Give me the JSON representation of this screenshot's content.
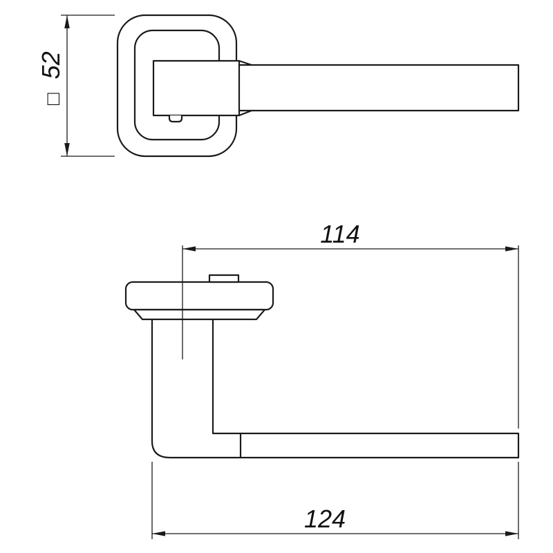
{
  "dimensions": {
    "rose": {
      "symbol": "□",
      "value": "52"
    },
    "projection": {
      "value": "114"
    },
    "overall_length": {
      "value": "124"
    }
  },
  "style": {
    "line_color": "#1a1a1a",
    "background": "#ffffff",
    "text_color": "#111111"
  }
}
